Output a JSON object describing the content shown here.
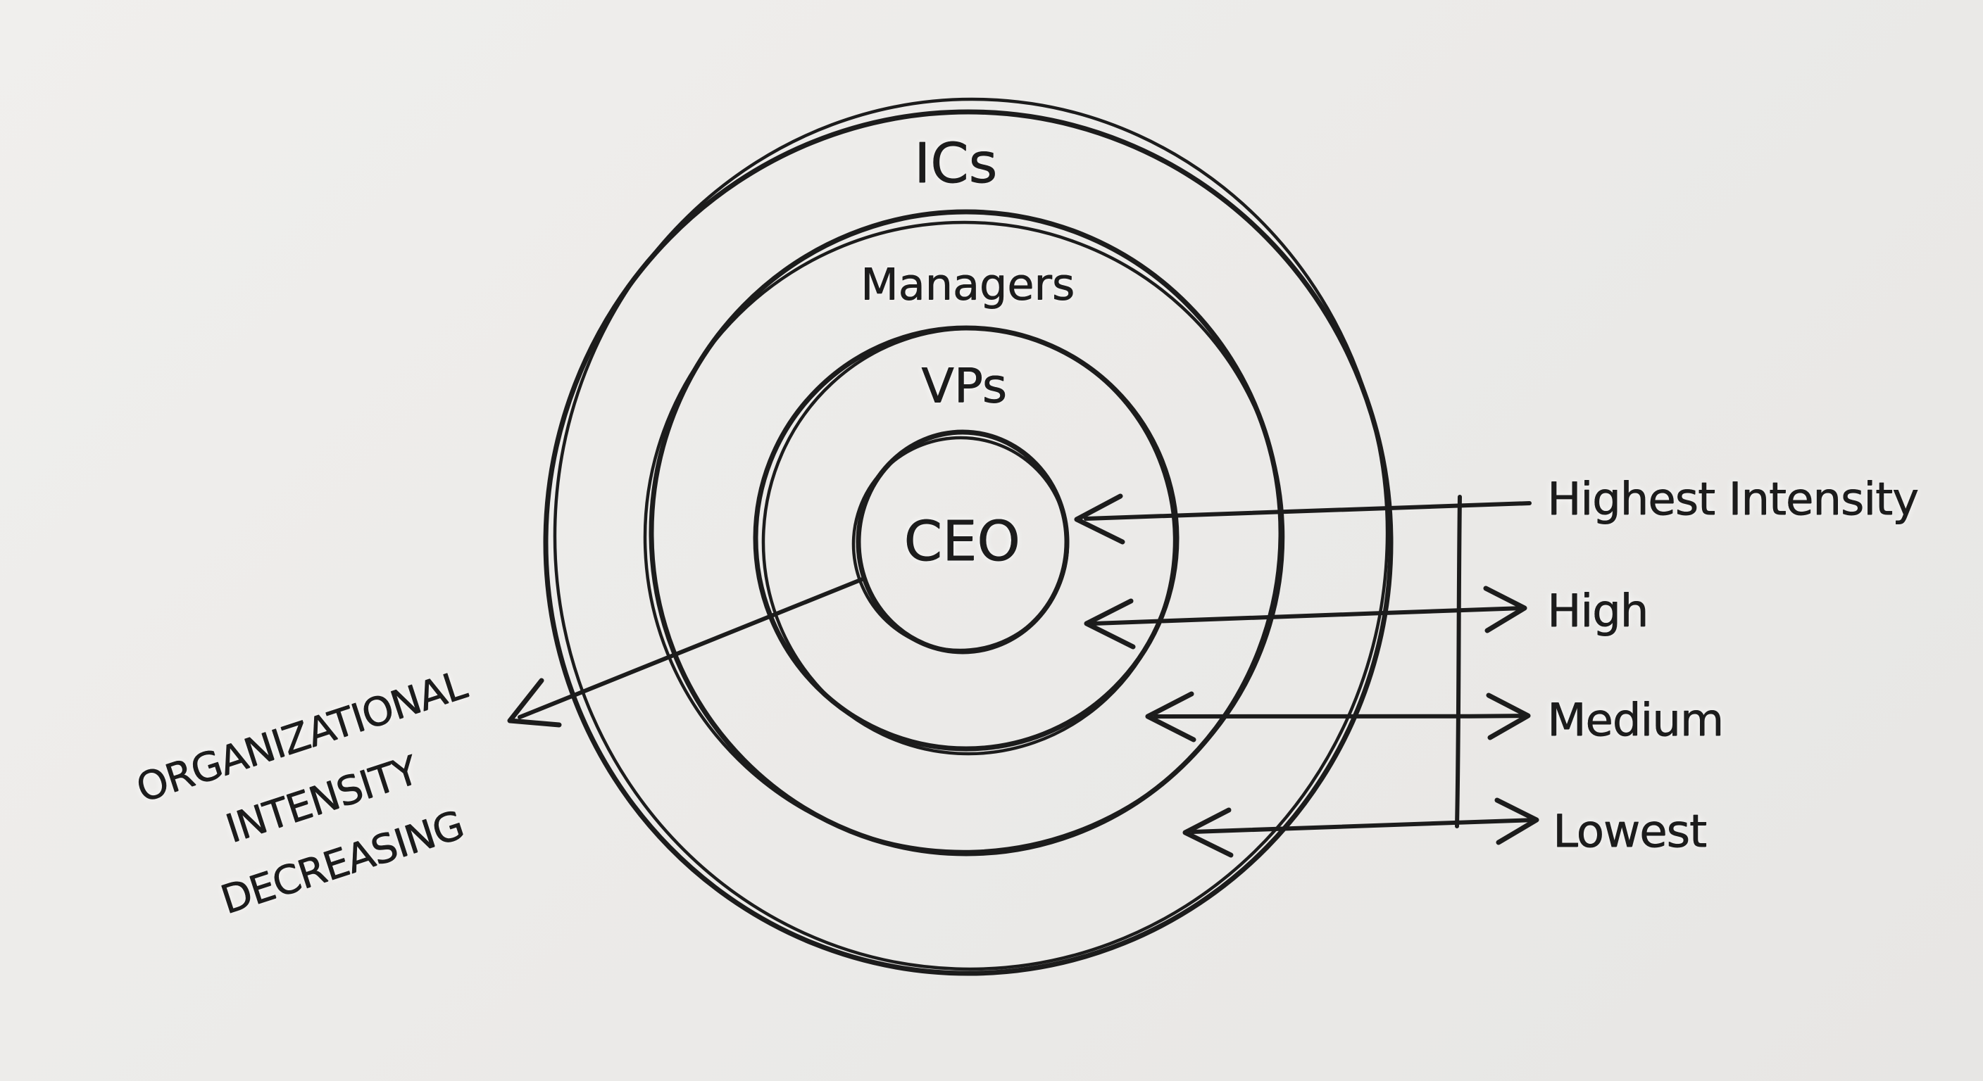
{
  "title": "Organizational intensity rings diagram",
  "colors": {
    "background": "#ebeae8",
    "ink": "#1c1c1c",
    "ring_ics": "#f1e9ce",
    "ring_managers": "#f5e655",
    "ring_vps": "#f49b30",
    "ring_ceo": "#ee2a1e"
  },
  "rings": [
    {
      "label": "ICs",
      "color": "#f1e9ce",
      "intensity": "Lowest"
    },
    {
      "label": "Managers",
      "color": "#f5e655",
      "intensity": "Medium"
    },
    {
      "label": "VPs",
      "color": "#f49b30",
      "intensity": "High"
    },
    {
      "label": "CEO",
      "color": "#ee2a1e",
      "intensity": "Highest Intensity"
    }
  ],
  "intensity_labels": [
    {
      "label": "Highest Intensity",
      "points_to": "CEO"
    },
    {
      "label": "High",
      "points_to": "VPs"
    },
    {
      "label": "Medium",
      "points_to": "Managers"
    },
    {
      "label": "Lowest",
      "points_to": "ICs"
    }
  ],
  "left_annotation": {
    "line1": "ORGANIZATIONAL",
    "line2": "INTENSITY",
    "line3": "DECREASING"
  }
}
